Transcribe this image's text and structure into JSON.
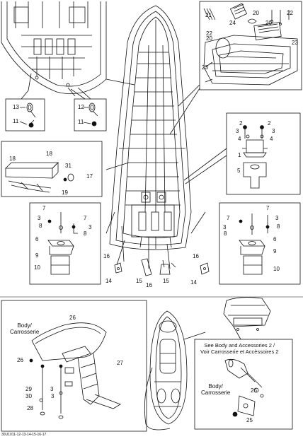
{
  "figure_code": "30U1011-12-13-14-15-16-17",
  "callouts": {
    "c1": "1",
    "c2a": "2",
    "c2b": "2",
    "c3a": "3",
    "c3b": "3",
    "c4a": "4",
    "c4b": "4",
    "c5": "5",
    "c6a": "6",
    "c6b": "6",
    "c7a": "7",
    "c7b": "7",
    "c8a": "8",
    "c8b": "8",
    "c3c": "3",
    "c3d": "3",
    "c3e": "3",
    "c3f": "3",
    "c9a": "9",
    "c9b": "9",
    "c10a": "10",
    "c10b": "10",
    "c11a": "11",
    "c11b": "11",
    "c12": "12",
    "c13": "13",
    "c14a": "14",
    "c14b": "14",
    "c15a": "15",
    "c15b": "15",
    "c16a": "16",
    "c16b": "16",
    "c16c": "16",
    "c17": "17",
    "c18a": "18",
    "c18b": "18",
    "c19": "19",
    "c20a": "20",
    "c20b": "20",
    "c20c": "20",
    "c21": "21",
    "c22a": "22",
    "c22b": "22",
    "c23a": "23",
    "c23b": "23",
    "c24": "24",
    "c25": "25",
    "c26a": "26",
    "c26b": "26",
    "c26c": "26",
    "c27": "27",
    "c28": "28",
    "c29": "29",
    "c30": "30",
    "c31": "31",
    "c3g": "3"
  },
  "notes": {
    "body_left": "Body/\nCarrosserie",
    "body_right": "Body/\nCarrosserie",
    "see_also": "See Body and Accessories 2 /\nVoir Carrosserie et Accèssoires 2"
  }
}
